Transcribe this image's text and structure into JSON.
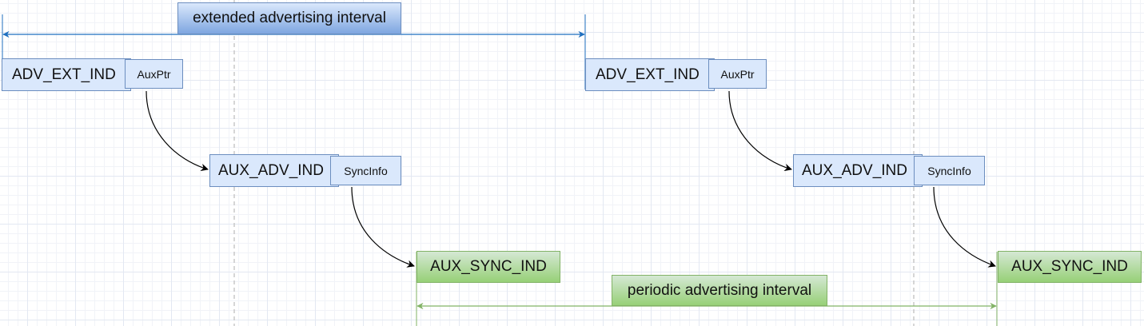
{
  "diagram": {
    "extended_interval_label": "extended advertising interval",
    "periodic_interval_label": "periodic advertising interval",
    "groups": [
      {
        "adv_ext_ind": "ADV_EXT_IND",
        "aux_ptr": "AuxPtr",
        "aux_adv_ind": "AUX_ADV_IND",
        "sync_info": "SyncInfo",
        "aux_sync_ind": "AUX_SYNC_IND"
      },
      {
        "adv_ext_ind": "ADV_EXT_IND",
        "aux_ptr": "AuxPtr",
        "aux_adv_ind": "AUX_ADV_IND",
        "sync_info": "SyncInfo",
        "aux_sync_ind": "AUX_SYNC_IND"
      }
    ],
    "colors": {
      "packet_fill": "#dae8fc",
      "packet_stroke": "#6c8ebf",
      "sync_fill": "#97d077",
      "sync_stroke": "#82b366",
      "extended_arrow": "#1f6fbf",
      "periodic_arrow": "#82b366",
      "flow_arrow": "#000000"
    }
  }
}
